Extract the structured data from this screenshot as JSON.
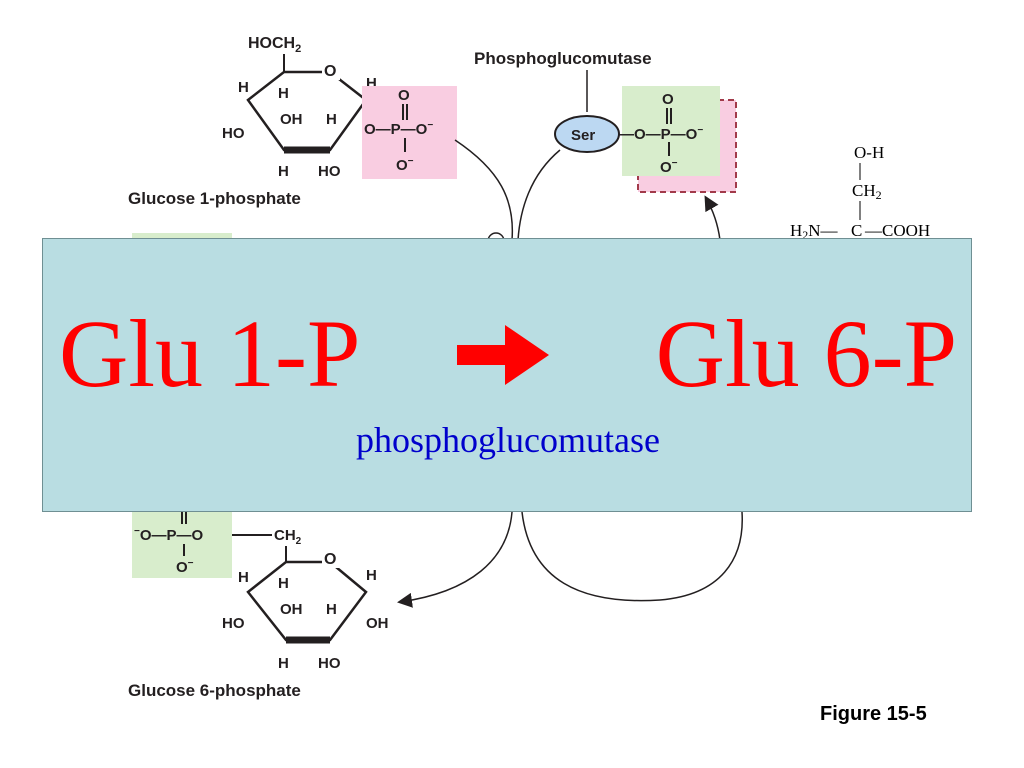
{
  "diagram": {
    "enzyme_label": "Phosphoglucomutase",
    "top_compound": {
      "name": "Glucose 1-phosphate",
      "ch2_group": "HOCH",
      "ch2_sub": "2"
    },
    "bottom_compound": {
      "name": "Glucose 6-phosphate"
    },
    "residue": "Ser",
    "serine_structure": {
      "oh": "O-H",
      "ch2": "CH2",
      "h2n": "H2N",
      "c": "C",
      "cooh": "COOH"
    },
    "figure_label": "Figure 15-5",
    "colors": {
      "pink_box": "#f9cde1",
      "green_box": "#d8edcc",
      "ser_fill": "#bcd8f2",
      "dashed_border": "#a23a4a"
    }
  },
  "overlay": {
    "left_text": "Glu 1-P",
    "right_text": "Glu 6-P",
    "arrow": "➔",
    "enzyme": "phosphoglucomutase",
    "colors": {
      "background": "#b9dde2",
      "equation": "#ff0000",
      "enzyme": "#0000cc"
    }
  }
}
